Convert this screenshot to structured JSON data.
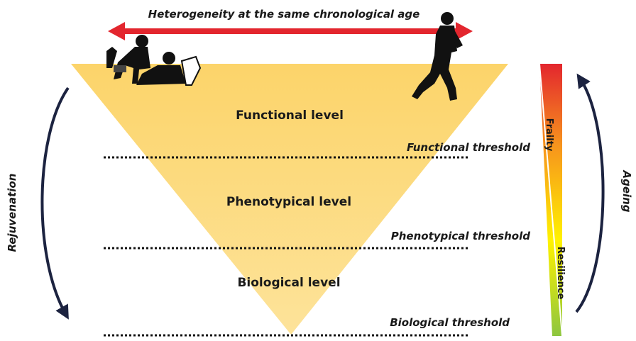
{
  "top_arrow": {
    "label": "Heterogeneity at the same chronological age",
    "color": "#e3262e"
  },
  "levels": [
    {
      "label": "Functional level"
    },
    {
      "label": "Phenotypical level"
    },
    {
      "label": "Biological level"
    }
  ],
  "thresholds": [
    {
      "label": "Functional threshold"
    },
    {
      "label": "Phenotypical threshold"
    },
    {
      "label": "Biological threshold"
    }
  ],
  "left_arrow": {
    "label": "Rejuvenation"
  },
  "right_arrow": {
    "label": "Ageing"
  },
  "gradient_bar": {
    "top_label": "Frailty",
    "bottom_label": "Resilience",
    "colors": [
      "#e3262e",
      "#f7941d",
      "#fff200",
      "#8dc63f"
    ]
  },
  "triangle_color": "#fcd46a",
  "icons": {
    "left_figure": "caregiver-and-patient-icon",
    "right_figure": "runner-icon"
  }
}
